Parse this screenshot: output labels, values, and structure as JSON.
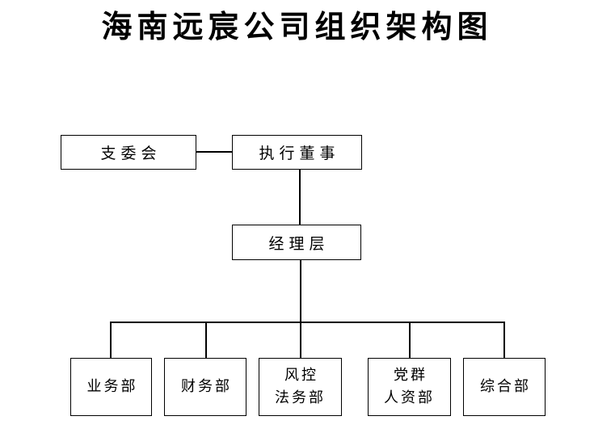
{
  "page": {
    "title": "海南远宸公司组织架构图"
  },
  "org_chart": {
    "nodes": {
      "committee": {
        "label": "支委会"
      },
      "director": {
        "label": "执行董事"
      },
      "management": {
        "label": "经理层"
      },
      "departments": [
        {
          "label": "业务部"
        },
        {
          "label": "财务部"
        },
        {
          "label": "风控\n法务部"
        },
        {
          "label": "党群\n人资部"
        },
        {
          "label": "综合部"
        }
      ]
    },
    "edges": [
      {
        "from": "支委会",
        "to": "执行董事",
        "type": "horizontal"
      },
      {
        "from": "执行董事",
        "to": "经理层",
        "type": "vertical"
      },
      {
        "from": "经理层",
        "to": "业务部",
        "type": "tree"
      },
      {
        "from": "经理层",
        "to": "财务部",
        "type": "tree"
      },
      {
        "from": "经理层",
        "to": "风控法务部",
        "type": "tree"
      },
      {
        "from": "经理层",
        "to": "党群人资部",
        "type": "tree"
      },
      {
        "from": "经理层",
        "to": "综合部",
        "type": "tree"
      }
    ],
    "colors": {
      "background": "#ffffff",
      "border": "#000000",
      "text": "#000000"
    }
  }
}
